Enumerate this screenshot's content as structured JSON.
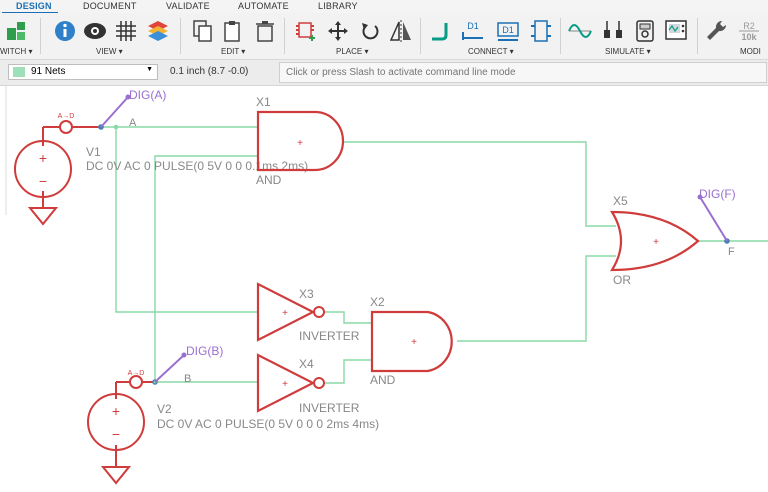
{
  "tabs": [
    "DESIGN",
    "DOCUMENT",
    "VALIDATE",
    "AUTOMATE",
    "LIBRARY"
  ],
  "toolbar": {
    "groups": {
      "switch": "WITCH",
      "view": "VIEW",
      "edit": "EDIT",
      "place": "PLACE",
      "connect": "CONNECT",
      "simulate": "SIMULATE",
      "modify": "MODI"
    },
    "icon_labels": {
      "d1_a": "D1",
      "d1_b": "D1",
      "r2": "R2",
      "r2_value": "10k"
    }
  },
  "command_bar": {
    "nets_label": "91 Nets",
    "grid_readout": "0.1 inch (8.7 -0.0)",
    "command_placeholder": "Click or press Slash to activate command line mode"
  },
  "schematic": {
    "sources": [
      {
        "name": "V1",
        "value": "DC 0V AC 0 PULSE(0 5V 0 0 0.1ms 2ms)",
        "probe": "DIG(A)",
        "net": "A",
        "switch": "A→D"
      },
      {
        "name": "V2",
        "value": "DC 0V AC 0 PULSE(0 5V 0 0 0 2ms 4ms)",
        "probe": "DIG(B)",
        "net": "B",
        "switch": "A→D"
      }
    ],
    "gates": [
      {
        "name": "X1",
        "type": "AND"
      },
      {
        "name": "X2",
        "type": "AND"
      },
      {
        "name": "X3",
        "type": "INVERTER"
      },
      {
        "name": "X4",
        "type": "INVERTER"
      },
      {
        "name": "X5",
        "type": "OR"
      }
    ],
    "output": {
      "probe": "DIG(F)",
      "net": "F"
    },
    "plus": "+",
    "minus": "−"
  },
  "colors": {
    "component": "#d03c3c",
    "wire": "#88d9a6",
    "probe": "#9a6fd0",
    "label": "#888888",
    "accent": "#1a6fb5"
  }
}
